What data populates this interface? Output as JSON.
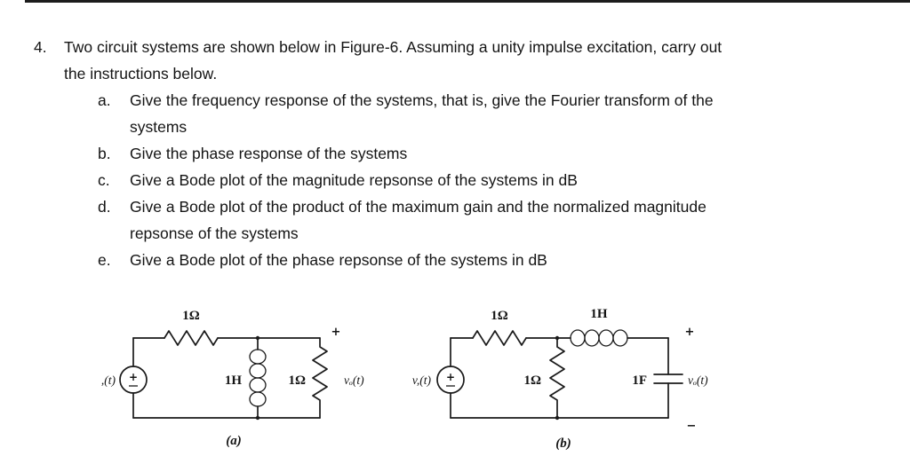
{
  "problem": {
    "number": "4.",
    "intro_line1": "Two circuit systems are shown below in Figure-6.  Assuming a unity impulse excitation, carry out",
    "intro_line2": "the instructions below.",
    "items": [
      {
        "label": "a.",
        "lines": [
          "Give the frequency response of the systems, that is, give the Fourier transform of the",
          "systems"
        ]
      },
      {
        "label": "b.",
        "lines": [
          "Give the phase response of the systems"
        ]
      },
      {
        "label": "c.",
        "lines": [
          "Give a Bode plot of the magnitude repsonse of the systems in dB"
        ]
      },
      {
        "label": "d.",
        "lines": [
          "Give a Bode plot of the product of the maximum gain and the normalized magnitude",
          "repsonse of the systems"
        ]
      },
      {
        "label": "e.",
        "lines": [
          "Give a Bode plot of the phase repsonse of the systems in dB"
        ]
      }
    ]
  },
  "circuit_a": {
    "caption": "(a)",
    "source_label": ",(t)",
    "source_plus": "+",
    "r1_label": "1Ω",
    "l_label": "1H",
    "r2_label": "1Ω",
    "output_plus": "+",
    "output_label": "vₒ(t)"
  },
  "circuit_b": {
    "caption": "(b)",
    "source_label": "v,(t)",
    "source_plus": "+",
    "r1_label": "1Ω",
    "l_label": "1H",
    "r2_label": "1Ω",
    "c_label": "1F",
    "output_plus": "+",
    "output_minus": "−",
    "output_label": "vₒ(t)"
  }
}
